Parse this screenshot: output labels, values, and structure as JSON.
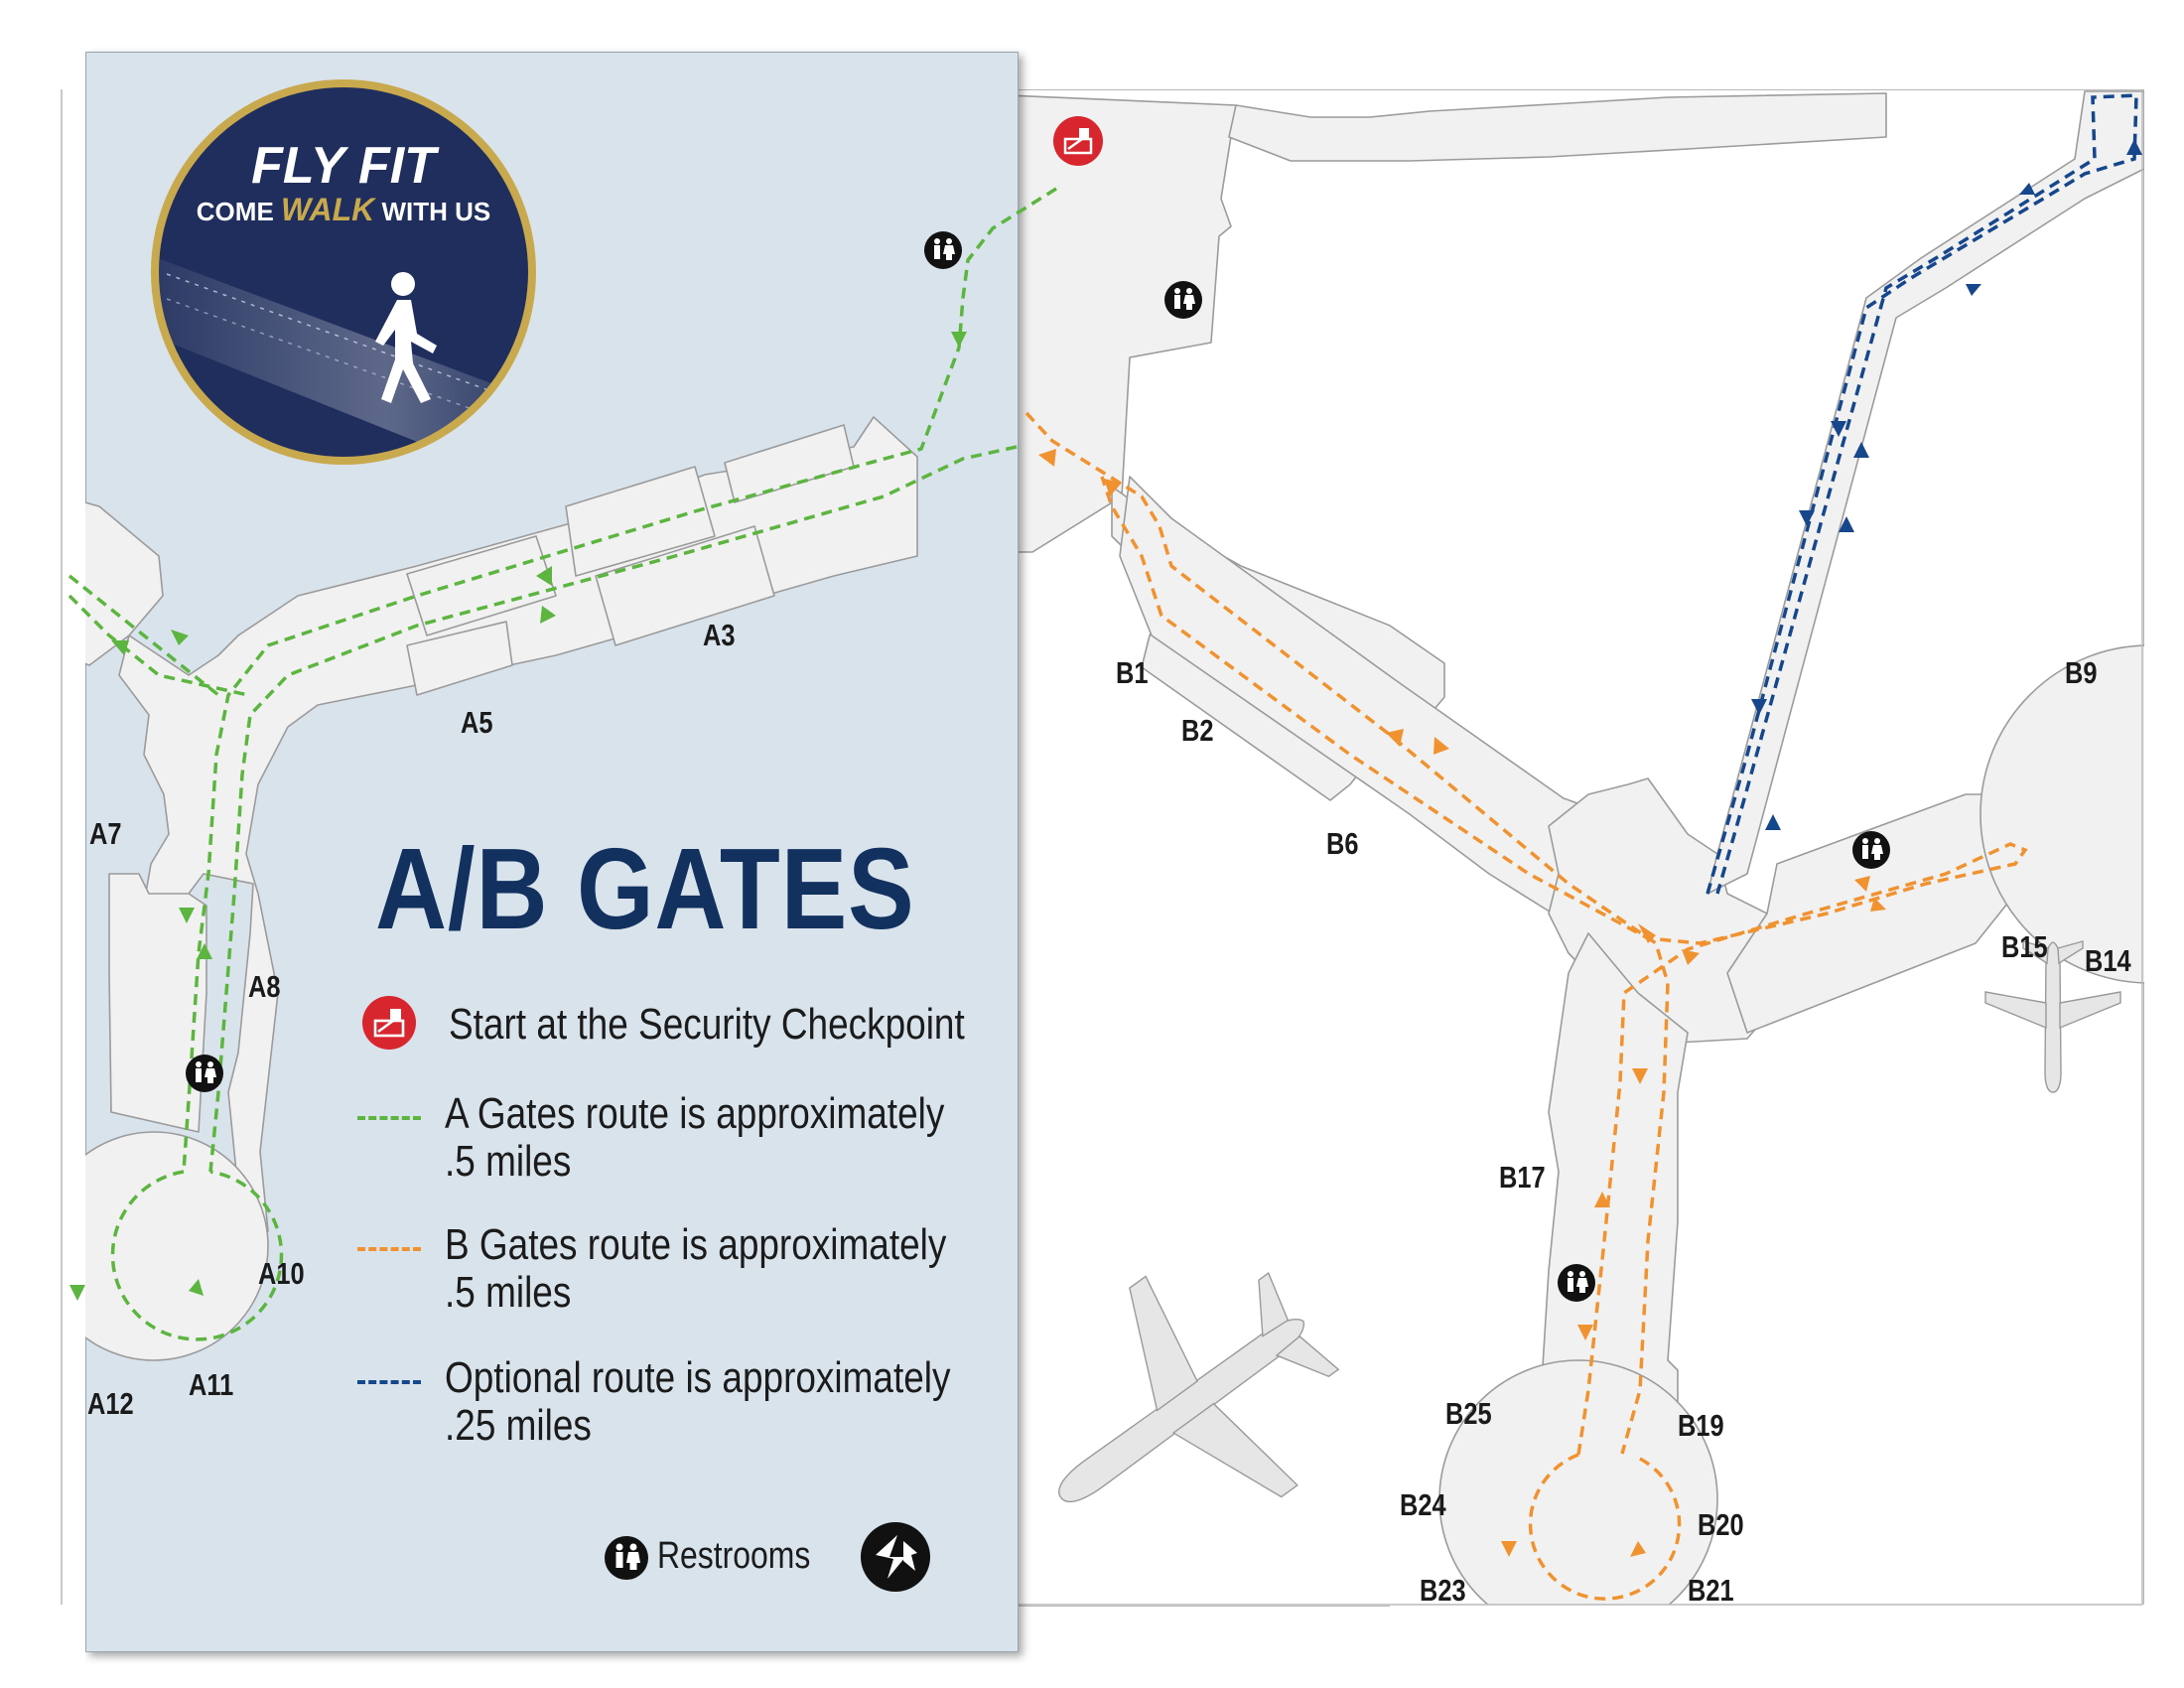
{
  "badge": {
    "line1": "FLY FIT",
    "line2_pre": "COME ",
    "line2_em": "WALK",
    "line2_post": " WITH US"
  },
  "title": "A/B GATES",
  "legend": {
    "security": "Start at the Security Checkpoint",
    "a_route_line1": "A Gates route is approximately",
    "a_route_line2": ".5 miles",
    "b_route_line1": "B Gates route is approximately",
    "b_route_line2": ".5 miles",
    "optional_line1": "Optional route is approximately",
    "optional_line2": ".25 miles",
    "restrooms": "Restrooms"
  },
  "colors": {
    "a_route": "#5cb53f",
    "b_route": "#f0922f",
    "optional_route": "#16468c",
    "security": "#d7262e",
    "title": "#13315f",
    "panel": "#d9e3ec",
    "concourse": "#f1f1f1"
  },
  "icons": {
    "security": "security-checkpoint-icon",
    "restroom": "restroom-icon",
    "walker": "walking-person-icon",
    "airplane": "airplane-icon",
    "compass": "north-arrow-icon"
  },
  "gates": {
    "A3": "A3",
    "A5": "A5",
    "A7": "A7",
    "A8": "A8",
    "A10": "A10",
    "A11": "A11",
    "A12": "A12",
    "B1": "B1",
    "B2": "B2",
    "B6": "B6",
    "B9": "B9",
    "B14": "B14",
    "B15": "B15",
    "B17": "B17",
    "B19": "B19",
    "B20": "B20",
    "B21": "B21",
    "B23": "B23",
    "B24": "B24",
    "B25": "B25"
  }
}
